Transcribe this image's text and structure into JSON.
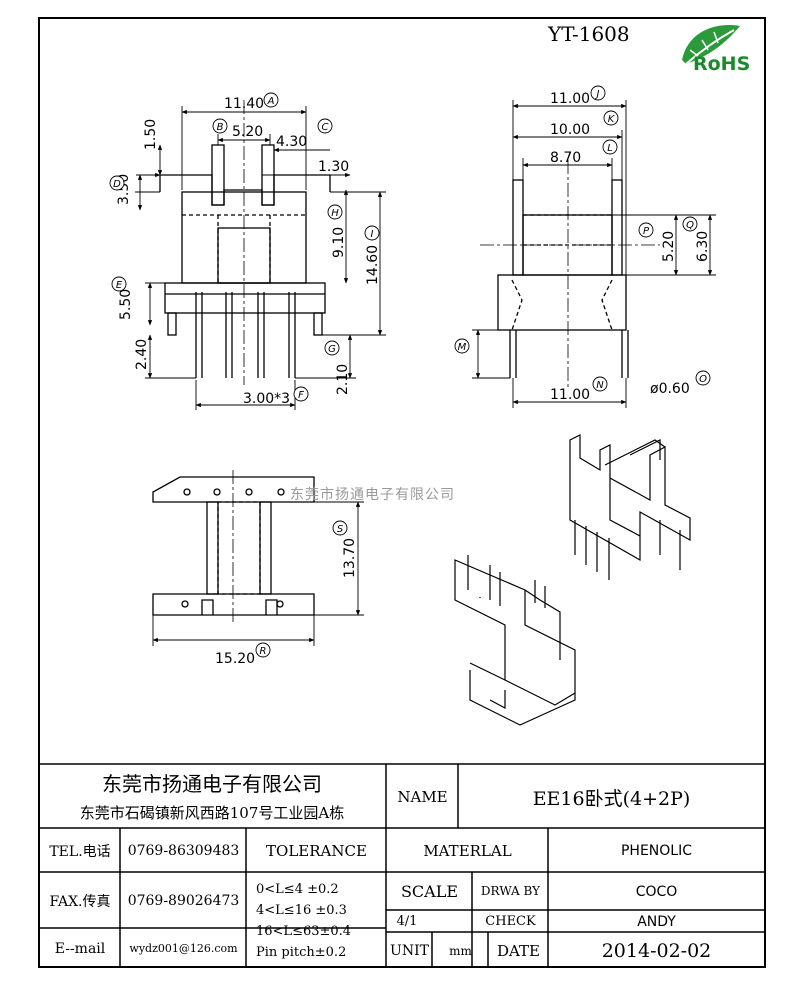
{
  "drawing": {
    "part_code": "YT-1608",
    "logo_text": "RoHS",
    "watermark": "东莞市扬通电子有限公司"
  },
  "dimensions": {
    "front": {
      "d1": "11.40",
      "d2": "5.20",
      "d3": "4.30",
      "d4": "1.50",
      "d5": "1.30",
      "d6": "3.50",
      "d7": "9.10",
      "d8": "14.60",
      "d9": "5.50",
      "d10": "2.40",
      "d11": "2.10",
      "d12": "3.00*3"
    },
    "side": {
      "d1": "11.00",
      "d2": "10.00",
      "d3": "8.70",
      "d4": "5.20",
      "d5": "6.30",
      "d6": "11.00",
      "d7": "ø0.60"
    },
    "bottom": {
      "d1": "13.70",
      "d2": "15.20"
    },
    "markers": {
      "A": "A",
      "B": "B",
      "C": "C",
      "D": "D",
      "E": "E",
      "F": "F",
      "G": "G",
      "H": "H",
      "I": "I",
      "J": "J",
      "K": "K",
      "L": "L",
      "M": "M",
      "N": "N",
      "O": "O",
      "P": "P",
      "Q": "Q",
      "R": "R",
      "S": "S"
    }
  },
  "title_block": {
    "company_name": "东莞市扬通电子有限公司",
    "company_address": "东莞市石碣镇新风西路107号工业园A栋",
    "name_label": "NAME",
    "product_name": "EE16卧式(4+2P)",
    "tel_label": "TEL.电话",
    "tel_value": "0769-86309483",
    "fax_label": "FAX.传真",
    "fax_value": "0769-89026473",
    "email_label": "E--mail",
    "email_value": "wydz001@126.com",
    "tolerance_label": "TOLERANCE",
    "tol_line1": "0<L≤4  ±0.2",
    "tol_line2": "4<L≤16 ±0.3",
    "tol_line3": "16<L≤63±0.4",
    "tol_line4": "Pin pitch±0.2",
    "material_label": "MATERLAL",
    "material_value": "PHENOLIC",
    "scale_label": "SCALE",
    "scale_value": "4/1",
    "drawn_by_label": "DRWA BY",
    "drawn_by_value": "COCO",
    "check_label": "CHECK",
    "check_value": "ANDY",
    "unit_label": "UNIT",
    "unit_value": "mm",
    "date_label": "DATE",
    "date_value": "2014-02-02"
  }
}
